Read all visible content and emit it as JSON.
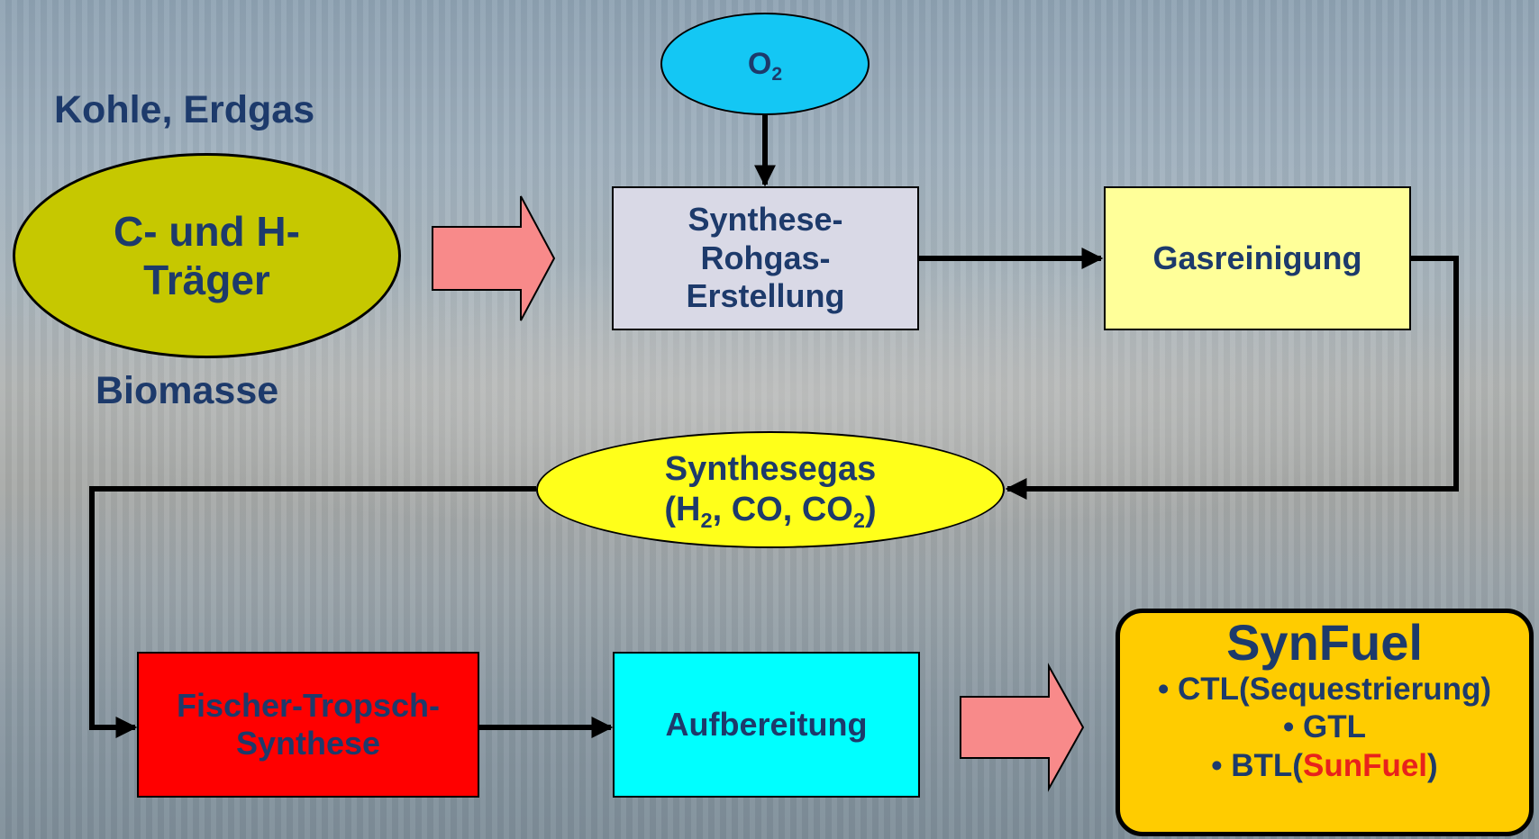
{
  "colors": {
    "source_ellipse": "#c6c800",
    "oxygen_ellipse": "#14c7f4",
    "synthese_box": "#d9d9e6",
    "gasreinigung_box": "#ffff99",
    "synthesegas_ellipse": "#ffff1a",
    "fischer_box": "#ff0000",
    "aufbereitung_box": "#00ffff",
    "synfuel_box": "#ffcc00",
    "block_arrow": "#f88a8a",
    "text_blue": "#1d3a6b",
    "highlight_red": "#e8221c"
  },
  "labels": {
    "kohle_erdgas": "Kohle, Erdgas",
    "biomasse": "Biomasse"
  },
  "nodes": {
    "source": {
      "line1": "C- und H-",
      "line2": "Träger"
    },
    "oxygen": {
      "base": "O",
      "sub": "2"
    },
    "synthese": {
      "line1": "Synthese-",
      "line2": "Rohgas-",
      "line3": "Erstellung"
    },
    "gasreinigung": {
      "label": "Gasreinigung"
    },
    "synthesegas": {
      "line1": "Synthesegas",
      "p_open": "(H",
      "h2_sub": "2",
      "mid": ", CO, CO",
      "co2_sub": "2",
      "p_close": ")"
    },
    "fischer": {
      "line1": "Fischer-Tropsch-",
      "line2": "Synthese"
    },
    "aufbereitung": {
      "label": "Aufbereitung"
    },
    "synfuel": {
      "title": "SynFuel",
      "item1": "• CTL(Sequestrierung)",
      "item2": "• GTL",
      "item3_prefix": "• BTL(",
      "item3_highlight": "SunFuel",
      "item3_suffix": ")"
    }
  }
}
